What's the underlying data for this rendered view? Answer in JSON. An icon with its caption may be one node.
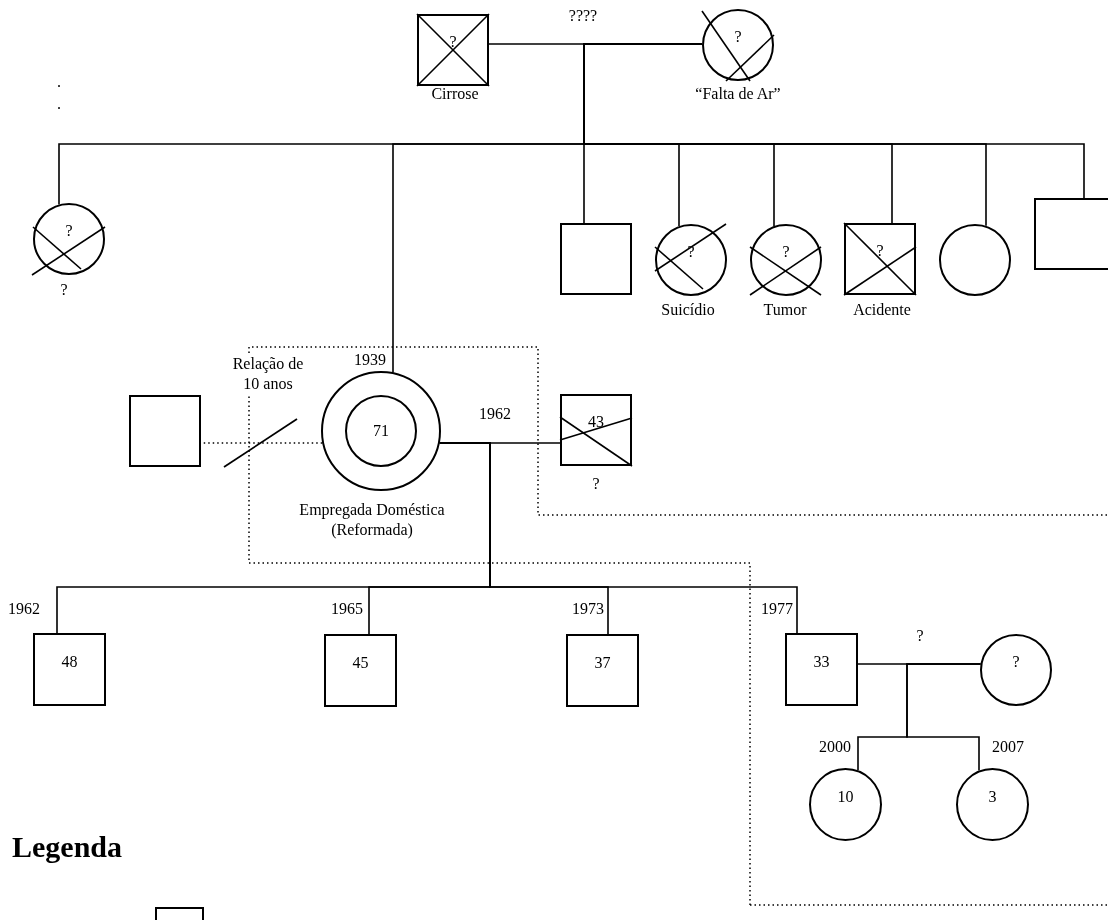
{
  "diagram": {
    "nodes": [
      {
        "text": [
          "?"
        ],
        "beside": [
          "Cirrose"
        ]
      },
      {
        "text": [
          "?"
        ],
        "beside": [
          "“Falta de Ar”"
        ]
      },
      {
        "text": [
          "?"
        ],
        "beside": [
          "?"
        ]
      },
      {
        "text": [
          "71"
        ],
        "beside": [
          "1939",
          "Empregada Doméstica (Reformada)"
        ]
      },
      {
        "text": [],
        "shape": "box"
      },
      {
        "text": [
          "?"
        ],
        "beside": [
          "Suicídio"
        ]
      },
      {
        "text": [
          "?"
        ],
        "beside": [
          "Tumor"
        ]
      },
      {
        "text": [
          "?"
        ],
        "beside": [
          "Acidente"
        ]
      },
      {
        "text": [],
        "shape": "circle"
      },
      {
        "text": [],
        "shape": "box"
      },
      {
        "text": [],
        "shape": "box"
      },
      {
        "text": [
          "43"
        ],
        "beside": [
          "?"
        ]
      },
      {
        "text": [
          "48"
        ],
        "beside": [
          "1962"
        ]
      },
      {
        "text": [
          "45"
        ],
        "beside": [
          "1965"
        ]
      },
      {
        "text": [
          "37"
        ],
        "beside": [
          "1973"
        ]
      },
      {
        "text": [
          "33"
        ],
        "beside": [
          "1977"
        ]
      },
      {
        "text": [
          "?"
        ]
      },
      {
        "text": [
          "10"
        ],
        "beside": [
          "2000"
        ]
      },
      {
        "text": [
          "3"
        ],
        "beside": [
          "2007"
        ]
      }
    ],
    "edges": [
      {
        "from": 0,
        "to": 1,
        "arrow": "none",
        "label": "????"
      },
      {
        "from": 1,
        "to": 2,
        "arrow": "none"
      },
      {
        "from": 1,
        "to": 3,
        "arrow": "none"
      },
      {
        "from": 1,
        "to": 4,
        "arrow": "none"
      },
      {
        "from": 1,
        "to": 5,
        "arrow": "none"
      },
      {
        "from": 1,
        "to": 6,
        "arrow": "none"
      },
      {
        "from": 1,
        "to": 7,
        "arrow": "none"
      },
      {
        "from": 1,
        "to": 8,
        "arrow": "none"
      },
      {
        "from": 1,
        "to": 9,
        "arrow": "none"
      },
      {
        "from": 3,
        "to": 10,
        "arrow": "none",
        "style": "dashed",
        "label": "Relação de 10 anos"
      },
      {
        "from": 3,
        "to": 11,
        "arrow": "none",
        "label": "1962"
      },
      {
        "from": 3,
        "to": 12,
        "arrow": "none"
      },
      {
        "from": 3,
        "to": 13,
        "arrow": "none"
      },
      {
        "from": 3,
        "to": 14,
        "arrow": "none"
      },
      {
        "from": 3,
        "to": 15,
        "arrow": "none"
      },
      {
        "from": 15,
        "to": 16,
        "arrow": "none",
        "label": "?"
      },
      {
        "from": 16,
        "to": 17,
        "arrow": "none"
      },
      {
        "from": 16,
        "to": 18,
        "arrow": "none"
      }
    ],
    "labels": [
      ".",
      ".",
      "Legenda"
    ]
  }
}
